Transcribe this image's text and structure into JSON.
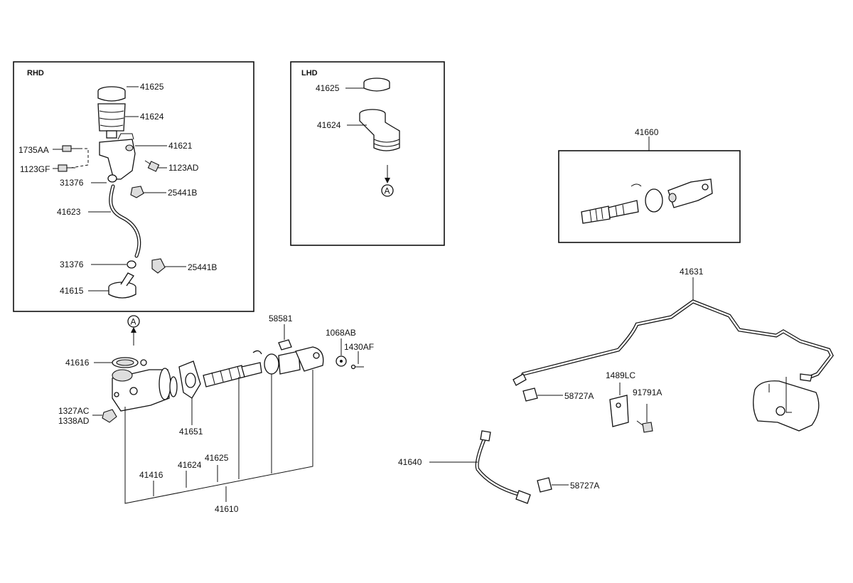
{
  "boxes": {
    "rhd_title": "RHD",
    "lhd_title": "LHD"
  },
  "marker": "A",
  "labels": {
    "rhd_41625": "41625",
    "rhd_41624": "41624",
    "rhd_1735AA": "1735AA",
    "rhd_41621": "41621",
    "rhd_1123GF": "1123GF",
    "rhd_1123AD": "1123AD",
    "rhd_31376_top": "31376",
    "rhd_25441B_top": "25441B",
    "rhd_41623": "41623",
    "rhd_31376_bottom": "31376",
    "rhd_25441B_bottom": "25441B",
    "rhd_41615": "41615",
    "lhd_41625": "41625",
    "lhd_41624": "41624",
    "kit_41660": "41660",
    "mc_58581": "58581",
    "mc_1068AB": "1068AB",
    "mc_1430AF": "1430AF",
    "mc_41616": "41616",
    "mc_1327AC": "1327AC",
    "mc_1338AD": "1338AD",
    "mc_41651": "41651",
    "mc_41625": "41625",
    "mc_41624": "41624",
    "mc_41416": "41416",
    "mc_41610": "41610",
    "line_41631": "41631",
    "clip_58727A_upper": "58727A",
    "bracket_1489LC": "1489LC",
    "bolt_91791A": "91791A",
    "hose_41640": "41640",
    "clip_58727A_lower": "58727A"
  }
}
